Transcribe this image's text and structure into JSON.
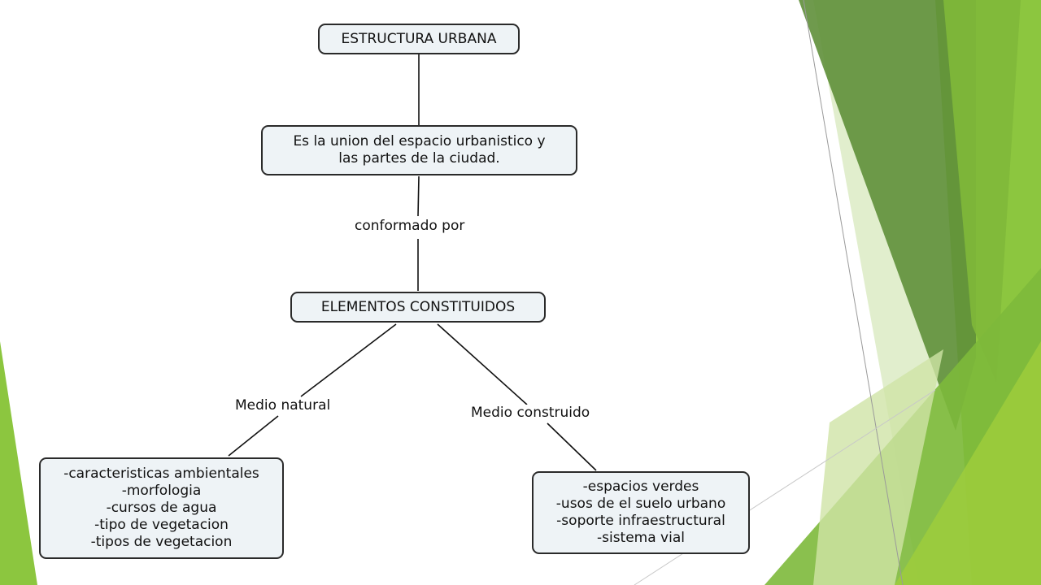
{
  "diagram": {
    "title": "ESTRUCTURA URBANA",
    "definition": [
      "Es la union del espacio urbanistico y",
      "las partes de la ciudad."
    ],
    "link_conformado": "conformado por",
    "elements": "ELEMENTOS CONSTITUIDOS",
    "branch_natural": "Medio natural",
    "branch_construido": "Medio construido",
    "natural_items": [
      "-caracteristicas ambientales",
      "-morfologia",
      "-cursos de agua",
      "-tipo de vegetacion",
      "-tipos de vegetacion"
    ],
    "construido_items": [
      "-espacios verdes",
      "-usos de el suelo urbano",
      "-soporte infraestructural",
      "-sistema vial"
    ]
  },
  "theme": {
    "node_fill": "#eef3f6",
    "node_border": "#2a2a2a",
    "accent_green_light": "#8cc63f",
    "accent_green_dark": "#5f8f3a",
    "accent_green_pale": "#d8e8b8"
  }
}
